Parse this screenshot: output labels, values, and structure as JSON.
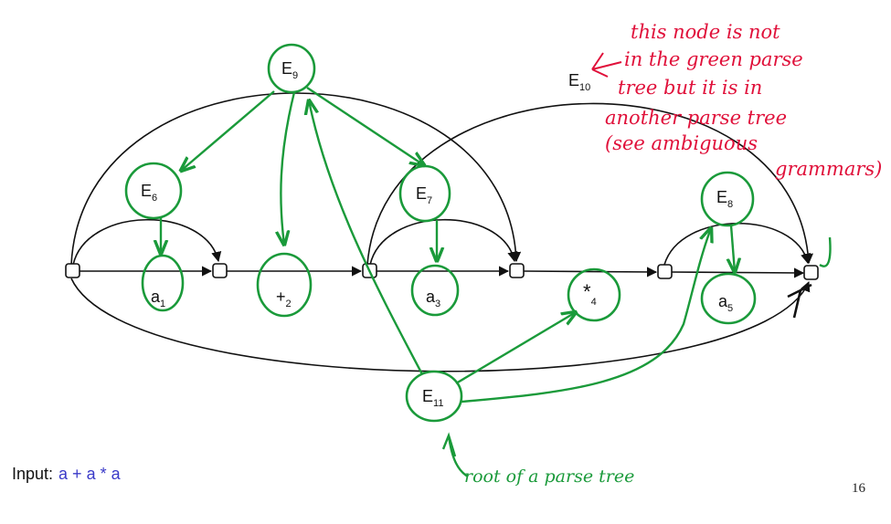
{
  "input": {
    "label": "Input:",
    "value": "a + a * a"
  },
  "page_number": "16",
  "nodes": {
    "E9": {
      "base": "E",
      "sub": "9"
    },
    "E10": {
      "base": "E",
      "sub": "10"
    },
    "E6": {
      "base": "E",
      "sub": "6"
    },
    "E7": {
      "base": "E",
      "sub": "7"
    },
    "E8": {
      "base": "E",
      "sub": "8"
    },
    "E11": {
      "base": "E",
      "sub": "11"
    },
    "a1": {
      "base": "a",
      "sub": "1"
    },
    "plus2": {
      "base": "+",
      "sub": "2"
    },
    "a3": {
      "base": "a",
      "sub": "3"
    },
    "star4": {
      "base": "*",
      "sub": "4"
    },
    "a5": {
      "base": "a",
      "sub": "5"
    }
  },
  "annotations": {
    "note_lines": [
      "this node is not",
      "in the green parse",
      "tree  but it is in",
      "another parse tree",
      "(see ambiguous",
      "grammars)"
    ],
    "root_note": "root of a parse tree"
  },
  "colors": {
    "green": "#1a9a3a",
    "red": "#e0103a",
    "input_blue": "#3a3ac8",
    "black": "#111111"
  }
}
